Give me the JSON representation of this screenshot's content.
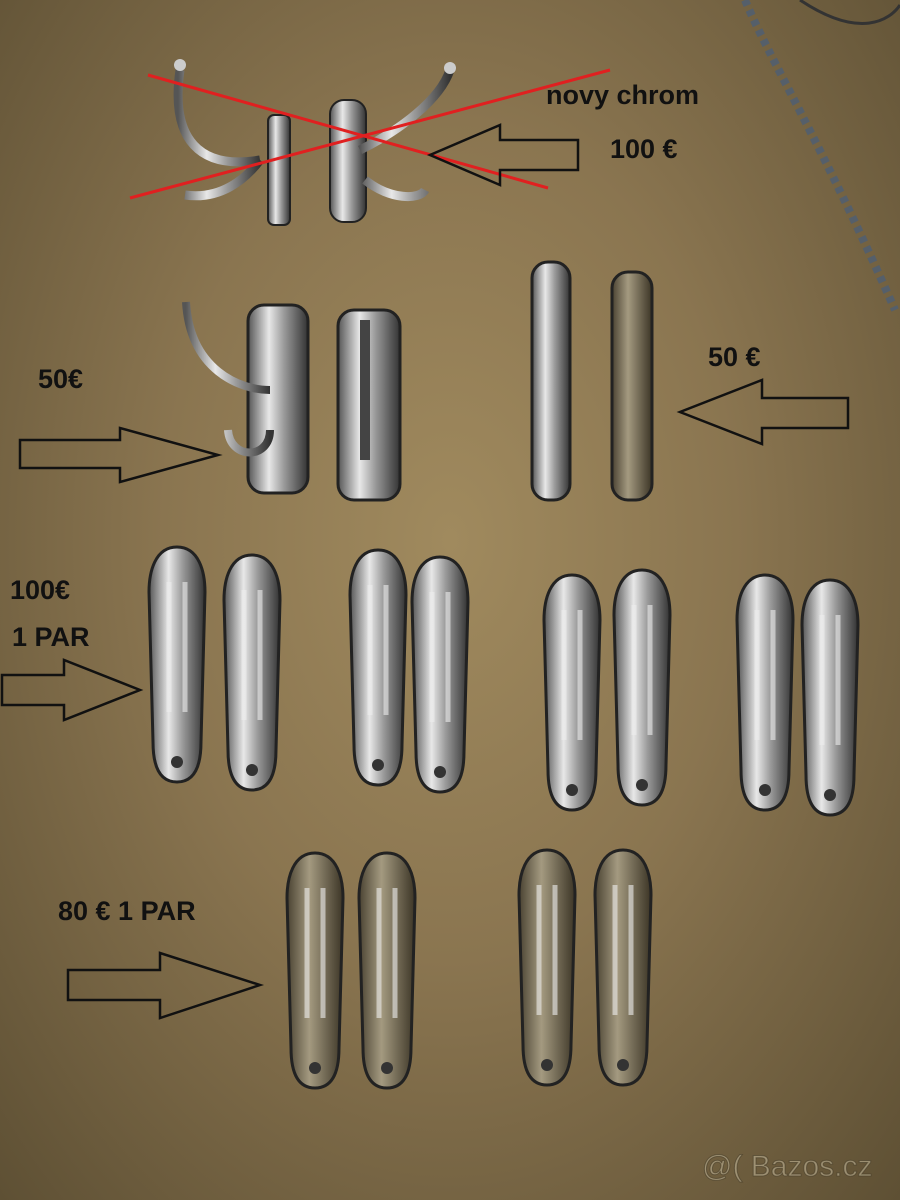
{
  "labels": {
    "top_item": "novy chrom",
    "top_price": "100 €",
    "left_mid_price": "50€",
    "right_mid_price": "50 €",
    "row3_price": "100€",
    "row3_unit": "1 PAR",
    "row4_price": "80 € 1 PAR"
  },
  "watermark": "@( Bazos.cz",
  "colors": {
    "cross_out": "#e02020",
    "text": "#111111"
  }
}
